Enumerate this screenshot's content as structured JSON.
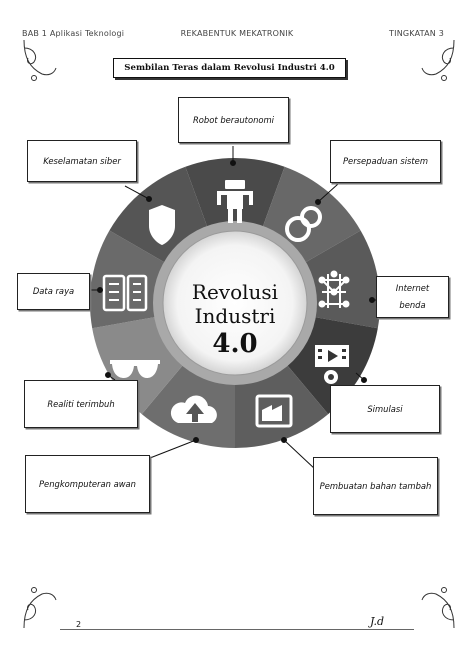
{
  "header": {
    "left": "BAB 1 Aplikasi Teknologi",
    "center": "REKABENTUK MEKATRONIK",
    "right": "TINGKATAN 3"
  },
  "title": "Sembilan Teras dalam Revolusi Industri 4.0",
  "center": {
    "line1": "Revolusi",
    "line2": "Industri",
    "line3": "4.0"
  },
  "labels": {
    "robot": "Robot berautonomi",
    "keselamatan": "Keselamatan siber",
    "persepaduan": "Persepaduan sistem",
    "data": "Data raya",
    "internet_line1": "Internet",
    "internet_line2": "benda",
    "realiti": "Realiti terimbuh",
    "simulasi": "Simulasi",
    "awan": "Pengkomputeran awan",
    "pembuatan": "Pembuatan bahan tambah"
  },
  "icons": [
    "robot-icon",
    "gears-icon",
    "network-icon",
    "film-gear-icon",
    "factory-screen-icon",
    "cloud-upload-icon",
    "glasses-icon",
    "document-stack-icon",
    "shield-icon"
  ],
  "footer": {
    "page_number": "2",
    "signature": "J.d"
  }
}
